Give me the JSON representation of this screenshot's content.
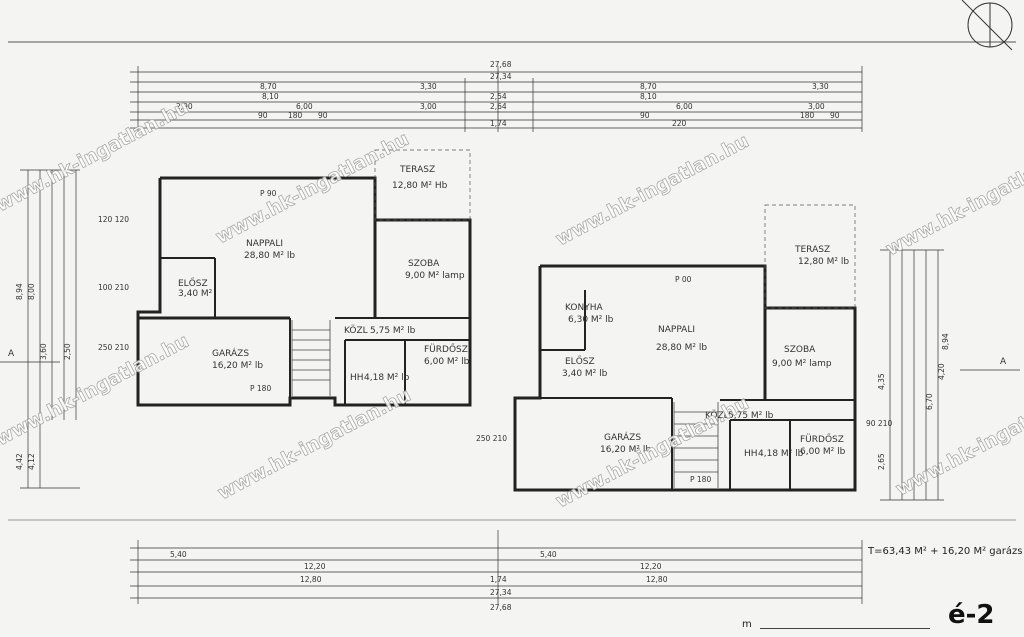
{
  "sheet": {
    "id": "é-2",
    "area_note": "T=63,43 M² + 16,20 M² garázs",
    "m_label": "m"
  },
  "rooms": {
    "left": {
      "terasz": {
        "name": "TERASZ",
        "area": "12,80 M² Hb"
      },
      "nappali": {
        "name": "NAPPALI",
        "area": "28,80 M² lb"
      },
      "szoba": {
        "name": "SZOBA",
        "area": "9,00 M² lamp"
      },
      "eloszoba": {
        "name": "ELŐSZ",
        "area": "3,40 M²"
      },
      "kozl": {
        "name": "KÖZL",
        "area": "5,75 M² lb"
      },
      "furdo": {
        "name": "FÜRDŐSZ",
        "area": "6,00 M² lb"
      },
      "garazs": {
        "name": "GARÁZS",
        "area": "16,20 M² lb"
      },
      "hh": {
        "name": "HH",
        "area": "4,18 M² lb"
      }
    },
    "right": {
      "terasz": {
        "name": "TERASZ",
        "area": "12,80 M² lb"
      },
      "konyha": {
        "name": "KONYHA",
        "area": "6,30 M² lb"
      },
      "nappali": {
        "name": "NAPPALI",
        "area": "28,80 M² lb"
      },
      "szoba": {
        "name": "SZOBA",
        "area": "9,00 M² lamp"
      },
      "eloszoba": {
        "name": "ELŐSZ",
        "area": "3,40 M² lb"
      },
      "kozl": {
        "name": "KÖZL",
        "area": "5,75 M² lb"
      },
      "furdo": {
        "name": "FÜRDŐSZ",
        "area": "6,00 M² lb"
      },
      "garazs": {
        "name": "GARÁZS",
        "area": "16,20 M² lb"
      },
      "hh": {
        "name": "HH",
        "area": "4,18 M² lb"
      }
    }
  },
  "dimensions": {
    "overall": "27,68",
    "overall_inner": "27,34",
    "top_row": [
      "8,70",
      "3,30",
      "8,70",
      "3,30"
    ],
    "top_row2": [
      "8,10",
      "2,54",
      "8,10"
    ],
    "top_row3": [
      "2,90",
      "6,00",
      "3,00",
      "2,64",
      "6,00",
      "3,00"
    ],
    "top_row4": [
      "90",
      "180",
      "90",
      "1,74",
      "90",
      "220",
      "180",
      "90"
    ],
    "bottom_row": [
      "5,40",
      "12,20",
      "5,40",
      "12,20"
    ],
    "bottom_row2": [
      "12,80",
      "1,74",
      "12,80"
    ],
    "bottom_row3": [
      "27,34"
    ],
    "bottom_row4": [
      "27,68"
    ],
    "vertical_left": [
      "8,94",
      "8,00",
      "4,42",
      "4,12",
      "3,60",
      "2,50"
    ],
    "vertical_right": [
      "8,94",
      "4,35",
      "6,70",
      "4,20",
      "2,65"
    ],
    "openings": [
      "P 90",
      "P 180",
      "P 00",
      "250 210",
      "120 120",
      "100 210",
      "90 210"
    ],
    "section_marks": [
      "A",
      "A"
    ]
  },
  "watermark": {
    "text": "www.hk-ingatlan.hu"
  }
}
